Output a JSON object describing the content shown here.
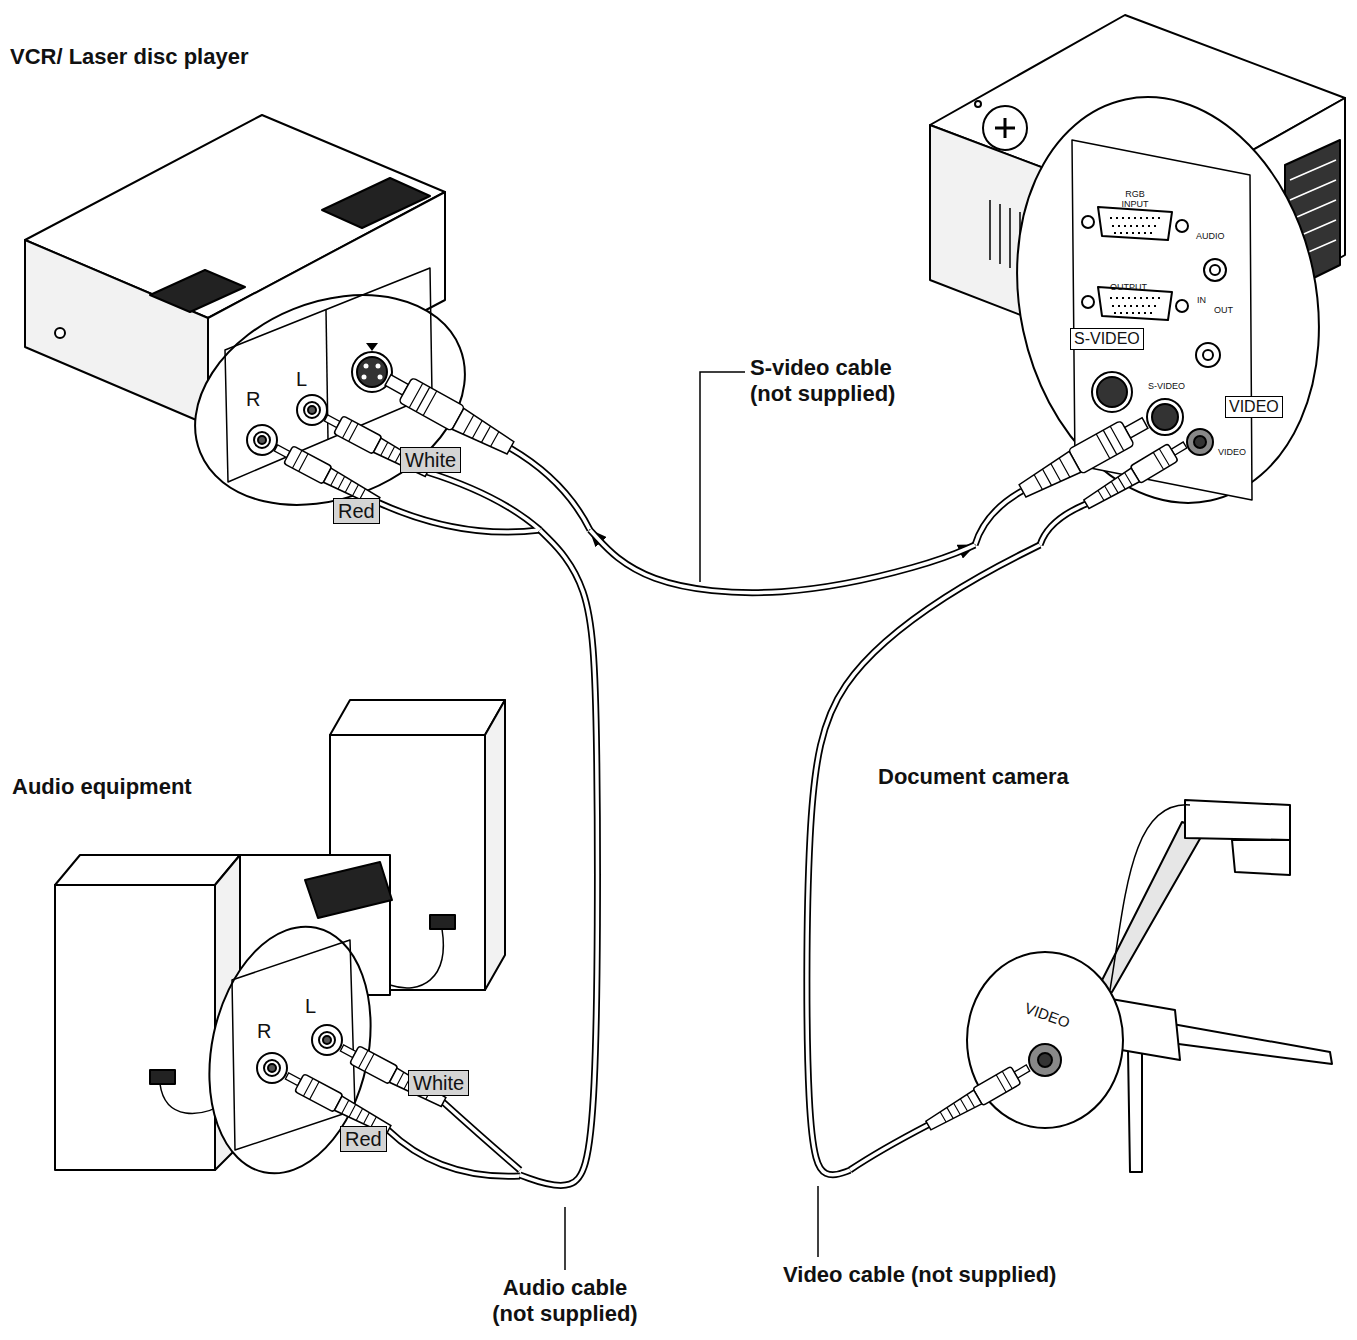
{
  "diagram": {
    "nodes": [
      {
        "text": [
          "VCR/ Laser disc player",
          "R",
          "L"
        ]
      },
      {
        "text": [
          "RGB INPUT",
          "OUTPUT",
          "AUDIO",
          "IN",
          "OUT",
          "S-VIDEO",
          "S-VIDEO",
          "VIDEO",
          "VIDEO"
        ]
      },
      {
        "text": [
          "Audio equipment",
          "R",
          "L"
        ]
      },
      {
        "text": [
          "Document camera",
          "VIDEO"
        ]
      }
    ],
    "edges": [
      {
        "from": 0,
        "to": 1,
        "arrow": "both",
        "label": "S-video cable (not supplied)"
      },
      {
        "from": 0,
        "to": 2,
        "arrow": "none",
        "label": "Audio cable (not supplied)"
      },
      {
        "from": 1,
        "to": 3,
        "arrow": "none",
        "label": "Video cable (not supplied)"
      }
    ],
    "labels": [
      "White",
      "Red",
      "White",
      "Red"
    ]
  }
}
